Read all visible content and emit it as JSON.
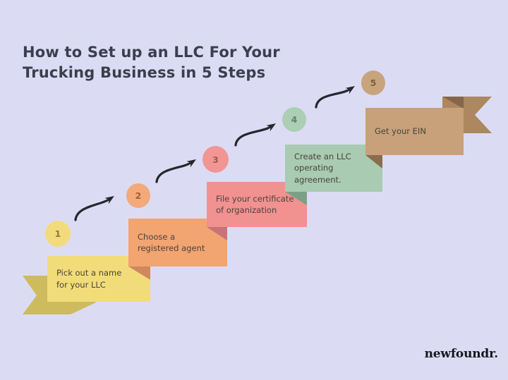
{
  "background_color": "#dbdcf4",
  "title": {
    "line1": "How to Set up an LLC For Your",
    "line2": "Trucking Business in 5 Steps",
    "color": "#3a3e4d"
  },
  "text_color": "#4a443d",
  "arrow_color": "#26262c",
  "brand": {
    "logo_text": "newfoundr",
    "logo_suffix": ".",
    "color": "#17181c"
  },
  "steps": [
    {
      "number": "1",
      "label": "Pick out a name for your LLC",
      "label_lines": [
        "Pick out a name",
        "for your LLC"
      ],
      "block_color": "#f2dc79",
      "accent_color": "#cdbb5e",
      "circle_color": "#f3db7d",
      "number_color": "#8d7838"
    },
    {
      "number": "2",
      "label": "Choose a registered agent",
      "label_lines": [
        "Choose a",
        "registered agent"
      ],
      "block_color": "#f2a471",
      "accent_color": "#d0885e",
      "circle_color": "#f3a97a",
      "number_color": "#a2602f"
    },
    {
      "number": "3",
      "label": "File your certificate of organization",
      "label_lines": [
        "File your certificate",
        "of organization"
      ],
      "block_color": "#f19190",
      "accent_color": "#c77377",
      "circle_color": "#f29693",
      "number_color": "#a15956"
    },
    {
      "number": "4",
      "label": "Create an LLC operating agreement.",
      "label_lines": [
        "Create an LLC",
        "operating agreement."
      ],
      "block_color": "#a8cbb1",
      "accent_color": "#7ba087",
      "circle_color": "#abceb5",
      "number_color": "#5f8368"
    },
    {
      "number": "5",
      "label": "Get your EIN",
      "label_lines": [
        "Get your EIN"
      ],
      "block_color": "#c8a17a",
      "accent_color": "#8d6c4c",
      "circle_color": "#c8a47d",
      "number_color": "#7d5f3e",
      "ribbon_tail_color": "#ac875f",
      "ribbon_fold_color": "#85664a"
    }
  ]
}
